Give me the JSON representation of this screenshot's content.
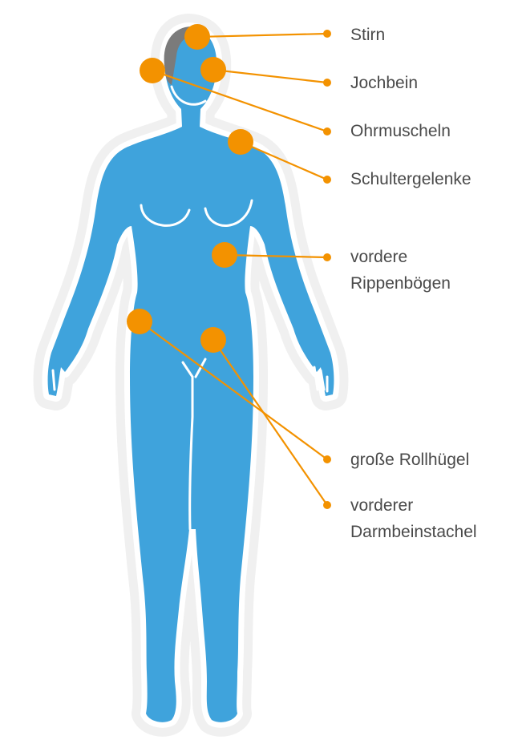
{
  "colors": {
    "body": "#3fa3dc",
    "outline": "#f0f0f0",
    "hair": "#7b7b7b",
    "marker": "#f39200",
    "line": "#f39200",
    "text": "#4a4a4a"
  },
  "labels": {
    "stirn": "Stirn",
    "jochbein": "Jochbein",
    "ohrmuscheln": "Ohrmuscheln",
    "schultergelenke": "Schultergelenke",
    "rippen_1": "vordere",
    "rippen_2": "Rippenbögen",
    "rollhuegel": "große Rollhügel",
    "darmbein_1": "vorderer",
    "darmbein_2": "Darmbeinstachel"
  }
}
